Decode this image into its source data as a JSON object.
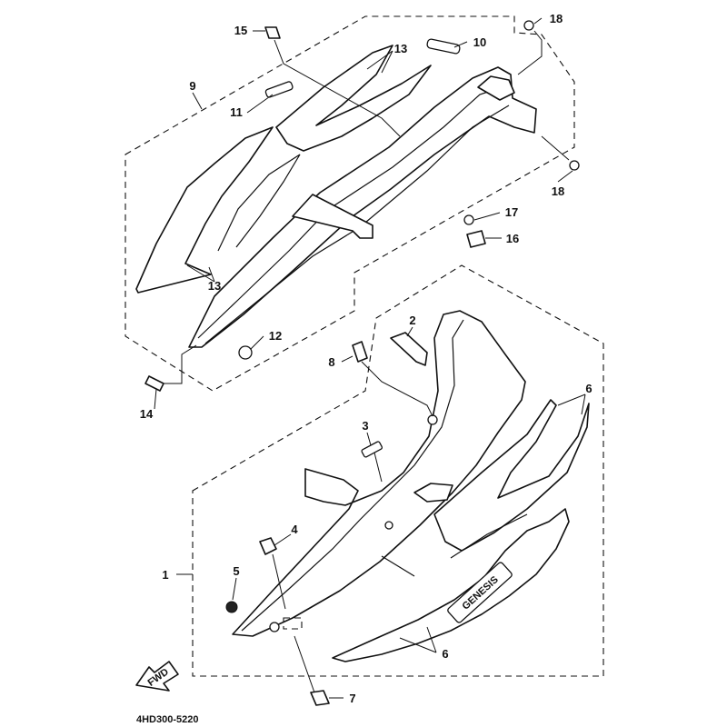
{
  "diagram": {
    "reference_code": "4HD300-5220",
    "fwd_label": "FWD",
    "logo_text": "GENESIS"
  },
  "callouts": {
    "c1": "1",
    "c2": "2",
    "c3": "3",
    "c4": "4",
    "c5": "5",
    "c6a": "6",
    "c6b": "6",
    "c7": "7",
    "c8": "8",
    "c9": "9",
    "c10": "10",
    "c11": "11",
    "c12": "12",
    "c13a": "13",
    "c13b": "13",
    "c14": "14",
    "c15": "15",
    "c16": "16",
    "c17": "17",
    "c18a": "18",
    "c18b": "18"
  }
}
